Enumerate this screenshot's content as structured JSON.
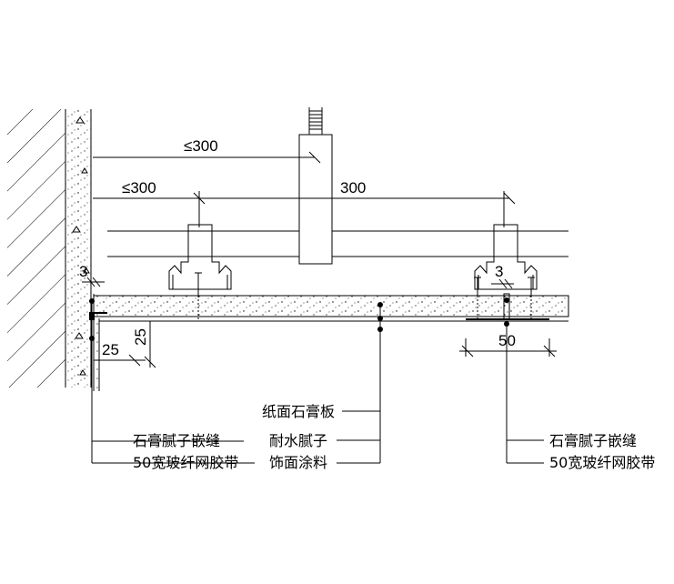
{
  "dimensions": {
    "top_spacing": "≤300",
    "first_spacing": "≤300",
    "spacing": "300",
    "gap_left": "3",
    "gap_right": "3",
    "corner_horizontal": "25",
    "corner_vertical": "25",
    "tape_width": "50"
  },
  "labels": {
    "gypsum_board": "纸面石膏板",
    "putty_caulk_left": "石膏腻子嵌缝",
    "tape_left": "50宽玻纤网胶带",
    "waterproof_putty": "耐水腻子",
    "finish_coating": "饰面涂料",
    "putty_caulk_right": "石膏腻子嵌缝",
    "tape_right": "50宽玻纤网胶带"
  }
}
